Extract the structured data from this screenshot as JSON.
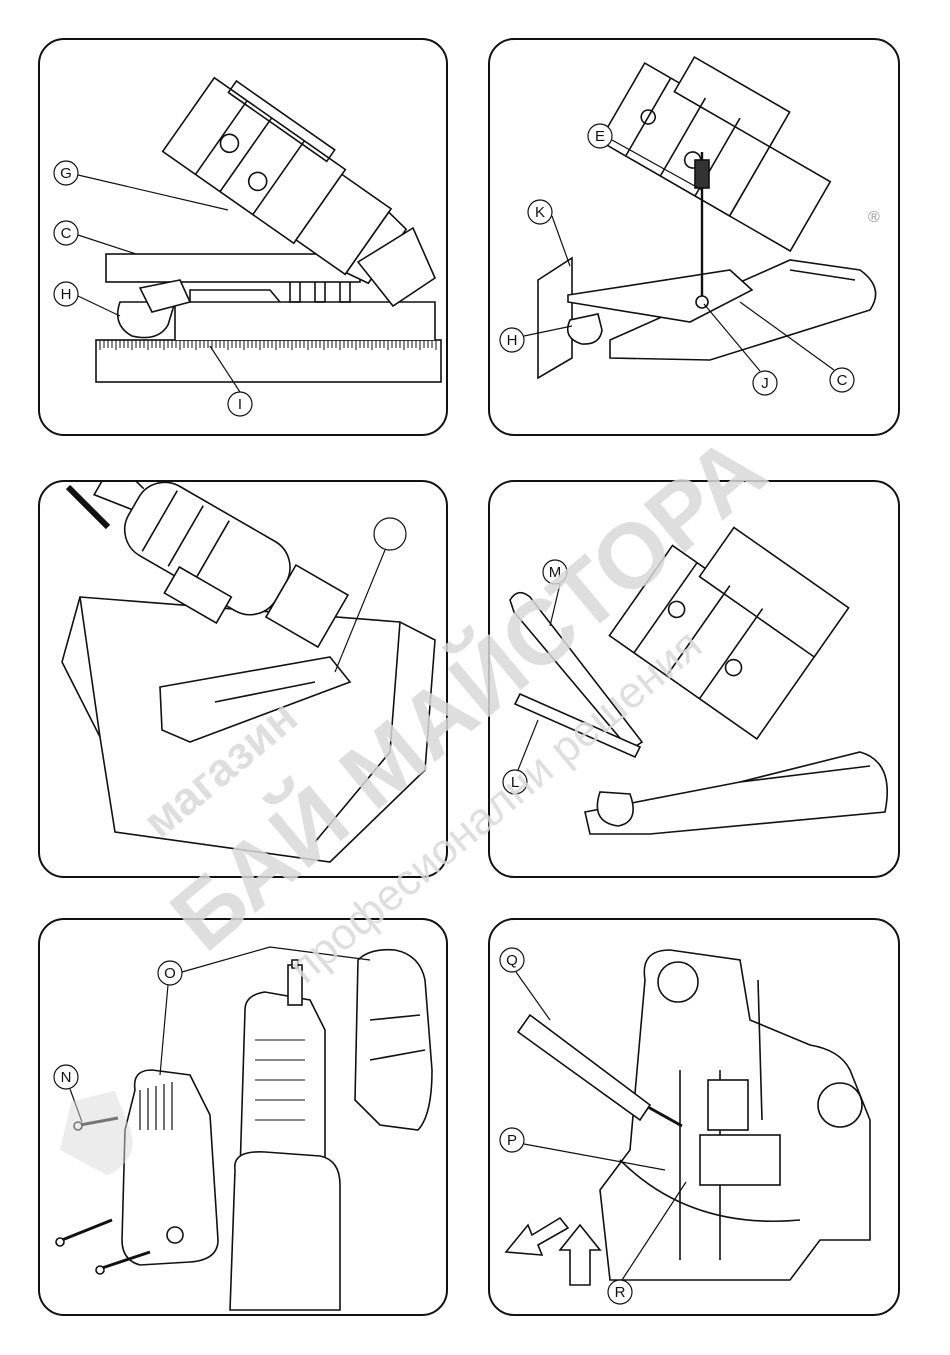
{
  "figures": [
    {
      "id": "fig1",
      "callouts": [
        "G",
        "C",
        "H",
        "I"
      ]
    },
    {
      "id": "fig2",
      "callouts": [
        "E",
        "K",
        "H",
        "J",
        "C"
      ]
    },
    {
      "id": "fig3",
      "callouts": [
        ""
      ]
    },
    {
      "id": "fig4",
      "callouts": [
        "M",
        "L"
      ]
    },
    {
      "id": "fig5",
      "callouts": [
        "O",
        "N"
      ]
    },
    {
      "id": "fig6",
      "callouts": [
        "Q",
        "P",
        "R"
      ]
    }
  ],
  "watermark": {
    "line1": "магазин",
    "line2": "БАЙ МАЙСТОРА",
    "line3": "професионални решения",
    "registered_mark": "®",
    "color": "#d9d9d9"
  },
  "colors": {
    "line": "#111111",
    "background": "#ffffff"
  }
}
